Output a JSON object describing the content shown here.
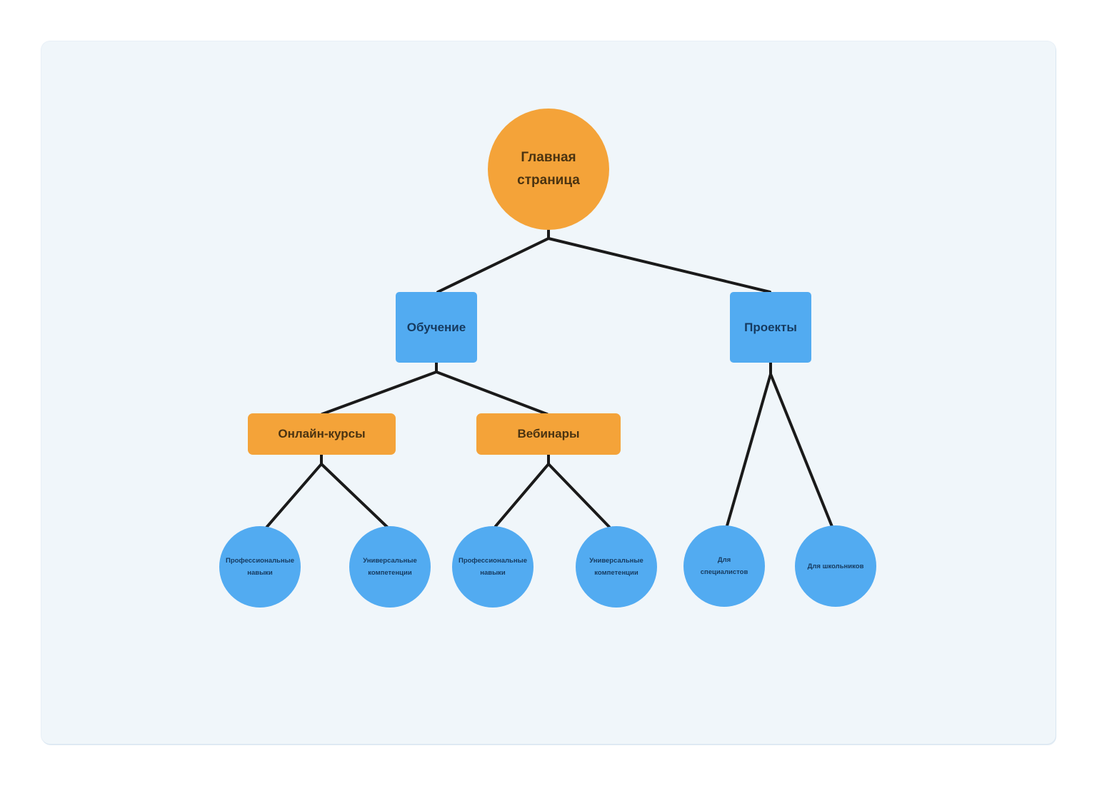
{
  "colors": {
    "page_background": "#ffffff",
    "canvas_background": "#f0f6fa",
    "node_orange": "#f4a339",
    "node_blue": "#52abf1",
    "edge_line": "#1a1a1a",
    "text_on_orange": "#4a3311",
    "text_on_blue": "#163a5f"
  },
  "diagram": {
    "type": "sitemap-tree",
    "nodes": {
      "home": {
        "label": "Главная\nстраница",
        "shape": "circle",
        "color": "orange"
      },
      "training": {
        "label": "Обучение",
        "shape": "square",
        "color": "blue"
      },
      "projects": {
        "label": "Проекты",
        "shape": "square",
        "color": "blue"
      },
      "online_courses": {
        "label": "Онлайн-курсы",
        "shape": "rectangle",
        "color": "orange"
      },
      "webinars": {
        "label": "Вебинары",
        "shape": "rectangle",
        "color": "orange"
      },
      "courses_professional_skills": {
        "label": "Профессиональные\nнавыки",
        "shape": "circle",
        "color": "blue"
      },
      "courses_universal_competencies": {
        "label": "Универсальные\nкомпетенции",
        "shape": "circle",
        "color": "blue"
      },
      "webinars_professional_skills": {
        "label": "Профессиональные\nнавыки",
        "shape": "circle",
        "color": "blue"
      },
      "webinars_universal_competencies": {
        "label": "Универсальные\nкомпетенции",
        "shape": "circle",
        "color": "blue"
      },
      "for_specialists": {
        "label": "Для\nспециалистов",
        "shape": "circle",
        "color": "blue"
      },
      "for_schoolchildren": {
        "label": "Для школьников",
        "shape": "circle",
        "color": "blue"
      }
    },
    "edges": [
      {
        "from": "home",
        "to": "training"
      },
      {
        "from": "home",
        "to": "projects"
      },
      {
        "from": "training",
        "to": "online_courses"
      },
      {
        "from": "training",
        "to": "webinars"
      },
      {
        "from": "online_courses",
        "to": "courses_professional_skills"
      },
      {
        "from": "online_courses",
        "to": "courses_universal_competencies"
      },
      {
        "from": "webinars",
        "to": "webinars_professional_skills"
      },
      {
        "from": "webinars",
        "to": "webinars_universal_competencies"
      },
      {
        "from": "projects",
        "to": "for_specialists"
      },
      {
        "from": "projects",
        "to": "for_schoolchildren"
      }
    ]
  }
}
